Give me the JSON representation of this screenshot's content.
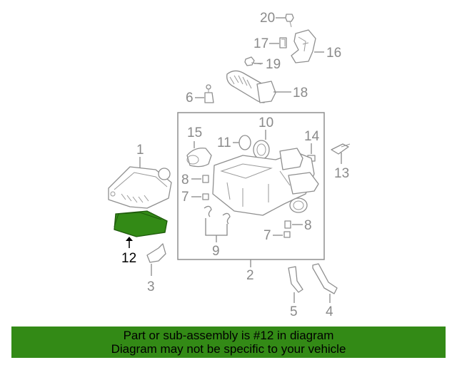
{
  "callouts": {
    "c1": "1",
    "c2": "2",
    "c3": "3",
    "c4": "4",
    "c5": "5",
    "c6": "6",
    "c7a": "7",
    "c7b": "7",
    "c8a": "8",
    "c8b": "8",
    "c9": "9",
    "c10": "10",
    "c11": "11",
    "c12": "12",
    "c13": "13",
    "c14": "14",
    "c15": "15",
    "c16": "16",
    "c17": "17",
    "c18": "18",
    "c19": "19",
    "c20": "20"
  },
  "highlight": {
    "part_number": "12",
    "color": "#338a16"
  },
  "banner": {
    "line1": "Part or sub-assembly is #12 in diagram",
    "line2": "Diagram may not be specific to your vehicle"
  },
  "colors": {
    "label": "#8a8a8a",
    "line": "#8f8f8f",
    "banner_bg": "#338a16"
  }
}
